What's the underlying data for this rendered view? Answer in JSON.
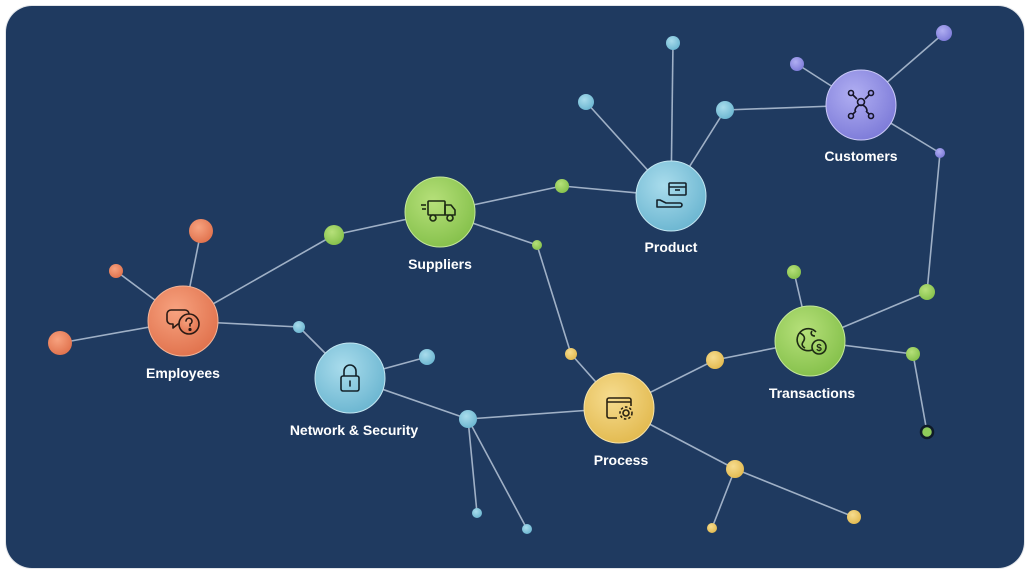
{
  "diagram": {
    "background": "#1f3a60",
    "line_color": "#9fb0c6",
    "hubs": [
      {
        "id": "employees",
        "label": "Employees",
        "icon": "chat-question-icon",
        "color": "#e9805c"
      },
      {
        "id": "suppliers",
        "label": "Suppliers",
        "icon": "truck-icon",
        "color": "#97cc5d"
      },
      {
        "id": "product",
        "label": "Product",
        "icon": "product-box-icon",
        "color": "#7fc5dc"
      },
      {
        "id": "customers",
        "label": "Customers",
        "icon": "network-people-icon",
        "color": "#8f8ee6"
      },
      {
        "id": "network",
        "label": "Network & Security",
        "icon": "lock-icon",
        "color": "#7fc5dc"
      },
      {
        "id": "process",
        "label": "Process",
        "icon": "process-gear-icon",
        "color": "#ecc96a"
      },
      {
        "id": "transactions",
        "label": "Transactions",
        "icon": "globe-dollar-icon",
        "color": "#8fcb5a"
      }
    ]
  }
}
